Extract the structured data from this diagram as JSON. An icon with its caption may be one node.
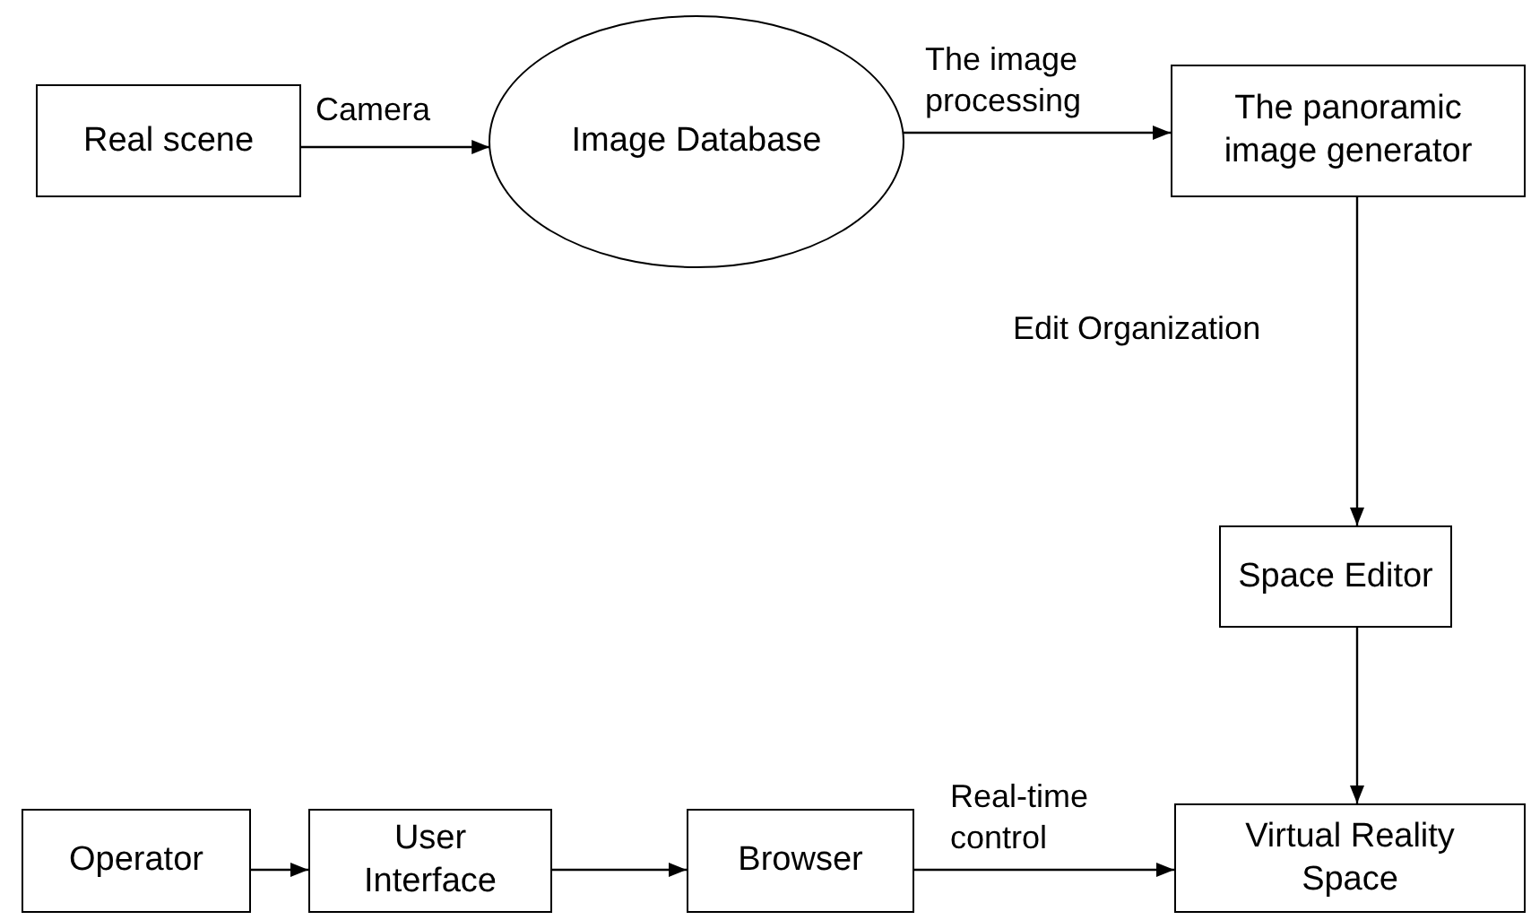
{
  "diagram": {
    "nodes": [
      {
        "text": [
          "Real scene"
        ]
      },
      {
        "text": [
          "Image Database"
        ]
      },
      {
        "text": [
          "The panoramic image generator"
        ]
      },
      {
        "text": [
          "Space Editor"
        ]
      },
      {
        "text": [
          "Operator"
        ]
      },
      {
        "text": [
          "User Interface"
        ]
      },
      {
        "text": [
          "Browser"
        ]
      },
      {
        "text": [
          "Virtual Reality Space"
        ]
      }
    ],
    "edges": [
      {
        "from": 0,
        "to": 1,
        "arrow": "to",
        "label": "Camera"
      },
      {
        "from": 1,
        "to": 2,
        "arrow": "to",
        "label": "The image processing"
      },
      {
        "from": 2,
        "to": 3,
        "arrow": "to",
        "label": "Edit Organization"
      },
      {
        "from": 3,
        "to": 7,
        "arrow": "to"
      },
      {
        "from": 4,
        "to": 5,
        "arrow": "to"
      },
      {
        "from": 5,
        "to": 6,
        "arrow": "to"
      },
      {
        "from": 6,
        "to": 7,
        "arrow": "to",
        "label": "Real-time control"
      }
    ]
  }
}
